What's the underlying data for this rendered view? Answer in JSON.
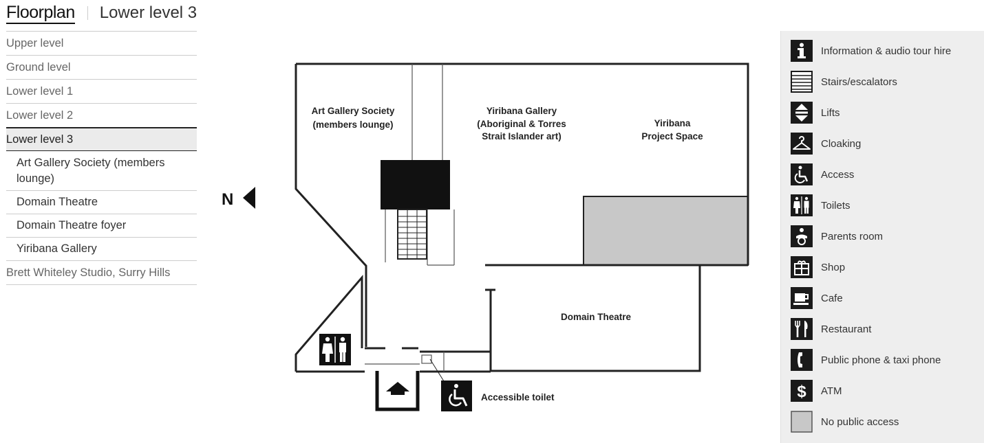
{
  "header": {
    "title": "Floorplan",
    "level": "Lower level 3"
  },
  "nav": {
    "levels": [
      {
        "label": "Upper level"
      },
      {
        "label": "Ground level"
      },
      {
        "label": "Lower level 1"
      },
      {
        "label": "Lower level 2"
      }
    ],
    "active_level": "Lower level 3",
    "sub_items": [
      {
        "label": "Art Gallery Society (members lounge)"
      },
      {
        "label": "Domain Theatre"
      },
      {
        "label": "Domain Theatre foyer"
      },
      {
        "label": "Yiribana Gallery"
      }
    ],
    "external": "Brett Whiteley Studio, Surry Hills"
  },
  "map": {
    "north_label": "N",
    "rooms": {
      "art_gallery_society": [
        "Art Gallery Society",
        "(members lounge)"
      ],
      "yiribana_gallery": [
        "Yiribana Gallery",
        "(Aboriginal & Torres",
        "Strait Islander art)"
      ],
      "yiribana_project": [
        "Yiribana",
        "Project Space"
      ],
      "domain_theatre": "Domain Theatre",
      "accessible_toilet": "Accessible toilet"
    }
  },
  "legend": [
    {
      "icon": "info-icon",
      "label": "Information & audio tour hire"
    },
    {
      "icon": "stairs-icon",
      "label": "Stairs/escalators"
    },
    {
      "icon": "lift-icon",
      "label": "Lifts"
    },
    {
      "icon": "cloaking-icon",
      "label": "Cloaking"
    },
    {
      "icon": "access-icon",
      "label": "Access"
    },
    {
      "icon": "toilets-icon",
      "label": "Toilets"
    },
    {
      "icon": "parents-room-icon",
      "label": "Parents room"
    },
    {
      "icon": "shop-icon",
      "label": "Shop"
    },
    {
      "icon": "cafe-icon",
      "label": "Cafe"
    },
    {
      "icon": "restaurant-icon",
      "label": "Restaurant"
    },
    {
      "icon": "phone-icon",
      "label": "Public phone & taxi phone"
    },
    {
      "icon": "atm-icon",
      "label": "ATM"
    },
    {
      "icon": "no-access-icon",
      "label": "No public access"
    }
  ],
  "colors": {
    "no_access": "#c8c8c8",
    "icon_dark": "#1a1a1a"
  }
}
